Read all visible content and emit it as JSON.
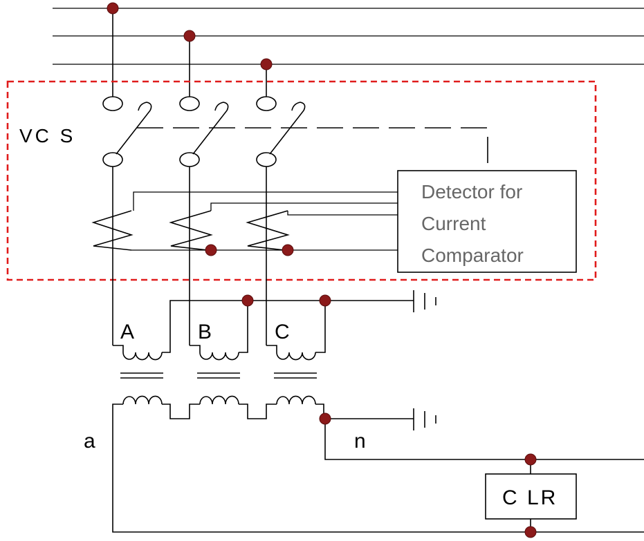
{
  "vcs_label": "VC S",
  "detector_lines": [
    "Detector for",
    "Current",
    "Comparator"
  ],
  "phase_labels": [
    "A",
    "B",
    "C"
  ],
  "secondary_labels": {
    "a": "a",
    "n": "n"
  },
  "clr_label": "C LR",
  "colors": {
    "boundary": "#e01b1b",
    "junction": "#8b1a1a",
    "detector_text": "#666666"
  }
}
